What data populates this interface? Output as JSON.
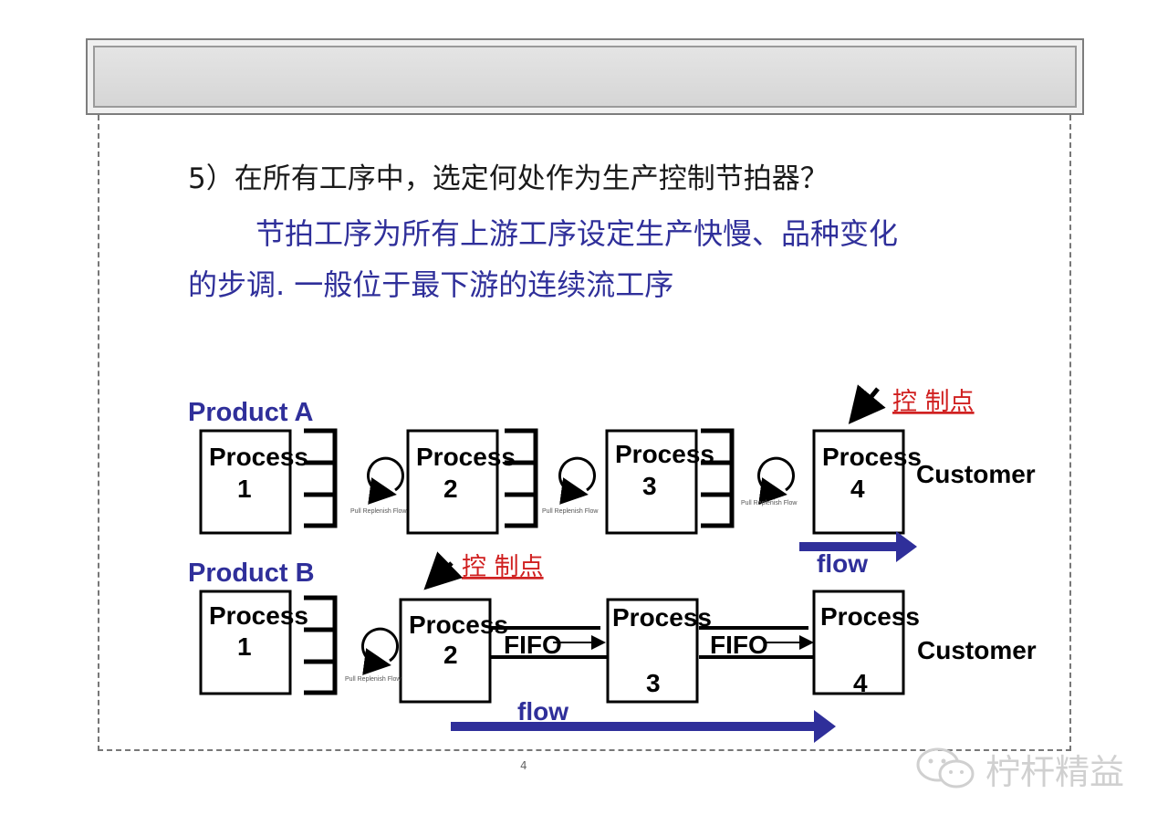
{
  "slide": {
    "question_num": "5）",
    "question": "在所有工序中，选定何处作为生产控制节拍器？",
    "answer_line1": "节拍工序为所有上游工序设定生产快慢、品种变化",
    "answer_line2a": "的步调.",
    "answer_line2b": "一般位于最下游的连续流工序"
  },
  "diagram": {
    "product_a": {
      "title": "Product A",
      "processes": [
        {
          "label": "Process",
          "num": "1"
        },
        {
          "label": "Process",
          "num": "2"
        },
        {
          "label": "Process",
          "num": "3"
        },
        {
          "label": "Process",
          "num": "4"
        }
      ],
      "pull_caption": "Pull Replenish Flow",
      "control_label": "控 制点",
      "customer": "Customer",
      "flow": "flow"
    },
    "product_b": {
      "title": "Product B",
      "processes": [
        {
          "label": "Process",
          "num": "1"
        },
        {
          "label": "Process",
          "num": "2"
        },
        {
          "label": "Process",
          "num": "3"
        },
        {
          "label": "Process",
          "num": "4"
        }
      ],
      "pull_caption": "Pull Replenish Flow",
      "control_label": "控 制点",
      "fifo": "FIFO",
      "customer": "Customer",
      "flow": "flow"
    }
  },
  "footnote": "4",
  "watermark": "柠杆精益",
  "colors": {
    "accent": "#2f2f9a",
    "control": "#d02020",
    "ink": "#000000"
  }
}
